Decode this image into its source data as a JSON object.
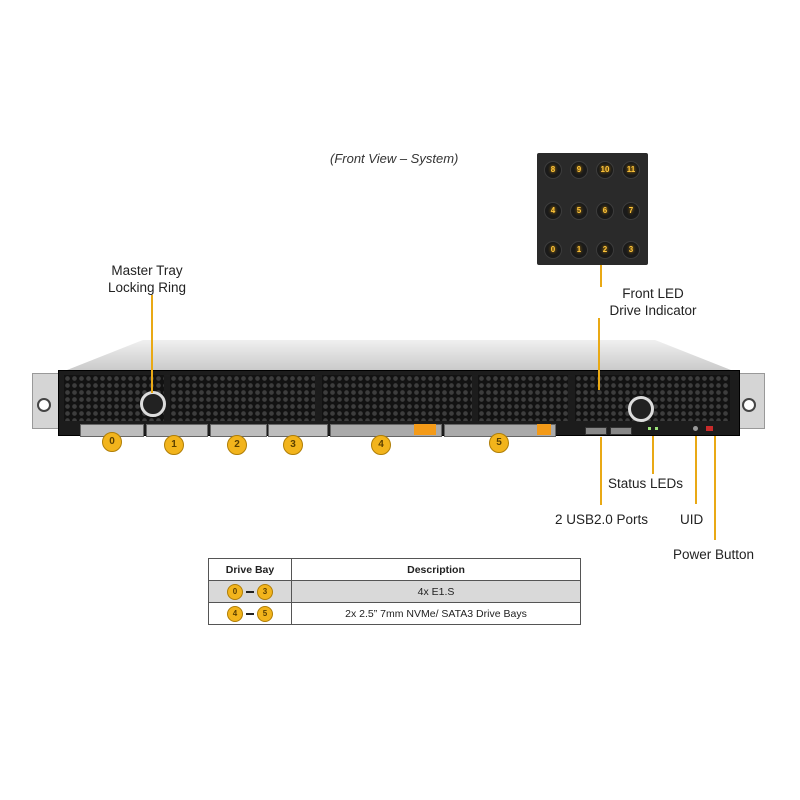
{
  "caption": "(Front View – System)",
  "led_panel": {
    "rows": [
      [
        "8",
        "9",
        "10",
        "11"
      ],
      [
        "4",
        "5",
        "6",
        "7"
      ],
      [
        "0",
        "1",
        "2",
        "3"
      ]
    ]
  },
  "labels": {
    "master_tray": [
      "Master Tray",
      "Locking Ring"
    ],
    "front_led": [
      "Front LED",
      "Drive Indicator"
    ],
    "status_leds": "Status LEDs",
    "usb_ports": "2 USB2.0 Ports",
    "uid": "UID",
    "power_button": "Power Button"
  },
  "bays": [
    "0",
    "1",
    "2",
    "3",
    "4",
    "5"
  ],
  "table": {
    "headers": [
      "Drive Bay",
      "Description"
    ],
    "rows": [
      {
        "from": "0",
        "to": "3",
        "description": "4x E1.S"
      },
      {
        "from": "4",
        "to": "5",
        "description": "2x 2.5” 7mm NVMe/  SATA3 Drive  Bays"
      }
    ]
  },
  "colors": {
    "accent": "#f2b41c",
    "callout_line": "#e9a915"
  }
}
